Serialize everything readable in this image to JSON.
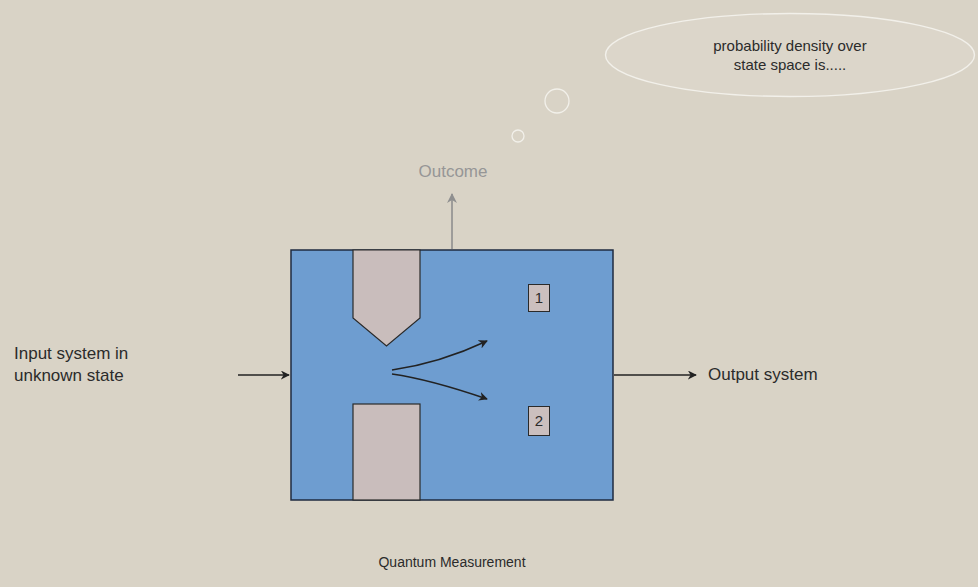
{
  "diagram": {
    "caption": "Quantum Measurement",
    "nodes": [
      {
        "text": [
          "probability density over state space is....."
        ]
      },
      {
        "text": [
          "1"
        ]
      },
      {
        "text": [
          "2"
        ]
      }
    ],
    "labels": [
      "Input system in unknown state",
      "Output system",
      "Outcome"
    ]
  }
}
